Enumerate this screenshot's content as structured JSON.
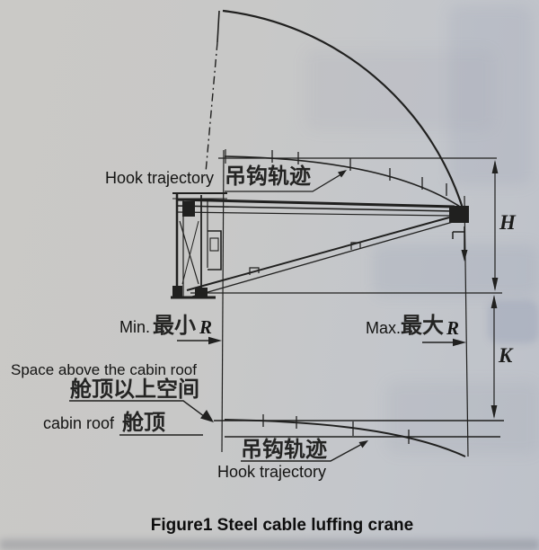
{
  "figure_caption": "Figure1 Steel cable luffing crane",
  "annotations": {
    "hook_trajectory_top": {
      "en": "Hook trajectory",
      "zh": "吊钩轨迹"
    },
    "min_radius": {
      "en": "Min.",
      "zh": "最小",
      "symbol": "R"
    },
    "max_radius": {
      "en": "Max.",
      "zh": "最大",
      "symbol": "R"
    },
    "space_above_cabin_roof": {
      "en": "Space above the cabin roof",
      "zh": "舱顶以上空间"
    },
    "cabin_roof": {
      "en": "cabin roof",
      "zh": "舱顶"
    },
    "hook_trajectory_bottom": {
      "en": "Hook trajectory",
      "zh": "吊钩轨迹"
    },
    "dimension_h": "H",
    "dimension_k": "K"
  },
  "colors": {
    "paper": "#c8c8c7",
    "paper-right": "#bdc1c9",
    "ink": "#20201f",
    "text": "#141413",
    "showthrough": "#8f9ab0"
  }
}
